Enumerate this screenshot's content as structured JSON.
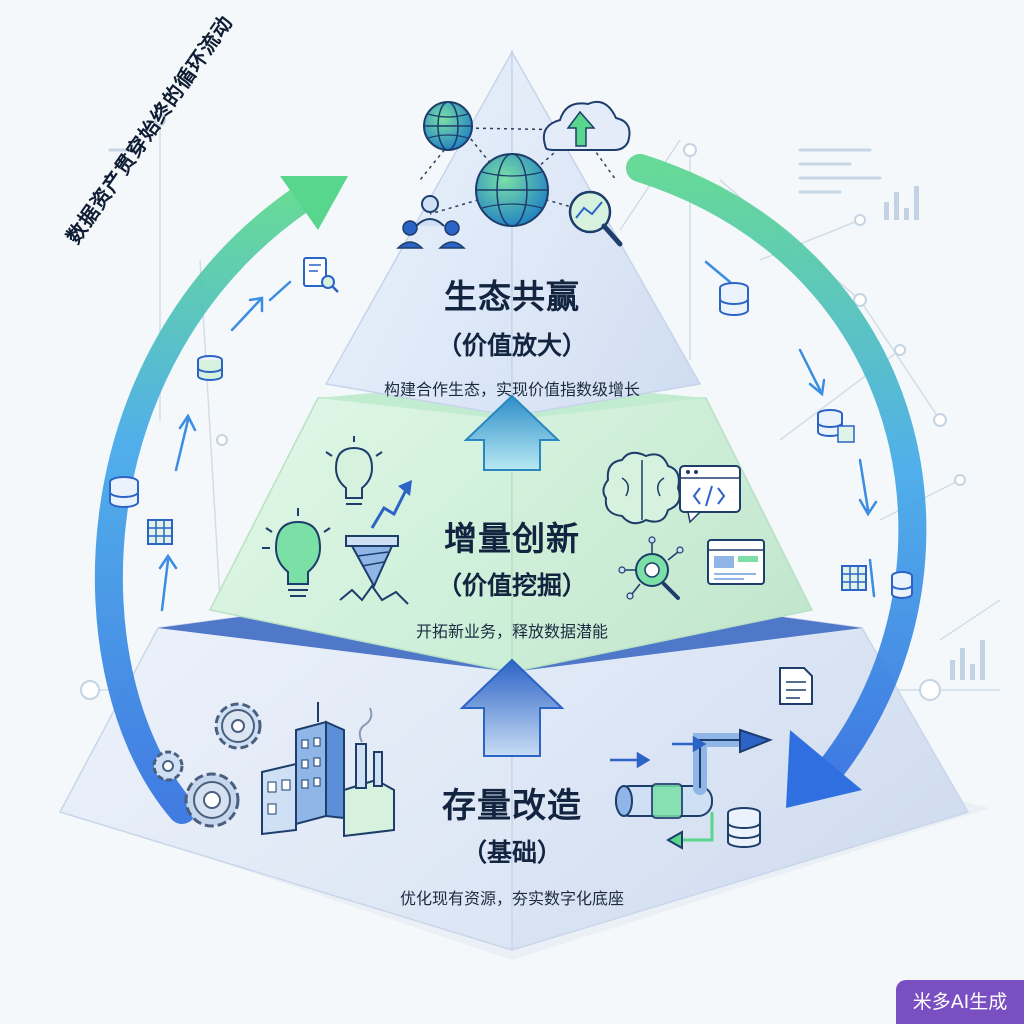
{
  "cycle_label": "数据资产贯穿始终的循环流动",
  "tiers": {
    "top": {
      "title": "生态共赢",
      "subtitle": "（价值放大）",
      "description": "构建合作生态，实现价值指数级增长"
    },
    "middle": {
      "title": "增量创新",
      "subtitle": "（价值挖掘）",
      "description": "开拓新业务，释放数据潜能"
    },
    "bottom": {
      "title": "存量改造",
      "subtitle": "（基础）",
      "description": "优化现有资源，夯实数字化底座"
    }
  },
  "watermark": "米多AI生成",
  "icons": {
    "top": [
      "globe-icon",
      "cloud-upload-icon",
      "users-icon",
      "magnifier-chart-icon"
    ],
    "middle": [
      "lightbulb-icon",
      "drill-icon",
      "growth-arrow-icon",
      "brain-icon",
      "code-window-icon",
      "network-search-icon",
      "dashboard-icon"
    ],
    "bottom": [
      "gear-icon",
      "factory-icon",
      "pipeline-icon",
      "document-icon",
      "database-icon"
    ],
    "cycle": [
      "database-icon",
      "spreadsheet-icon",
      "document-search-icon",
      "bar-chart-icon"
    ]
  },
  "colors": {
    "top_face": "#e3ecf8",
    "middle_face": "#d8f3e0",
    "bottom_face": "#e6eef9",
    "arrow_green": "#58d68d",
    "arrow_blue": "#2f6fe0",
    "accent_blue": "#2b63c6",
    "watermark_bg": "#7a4fc2"
  }
}
